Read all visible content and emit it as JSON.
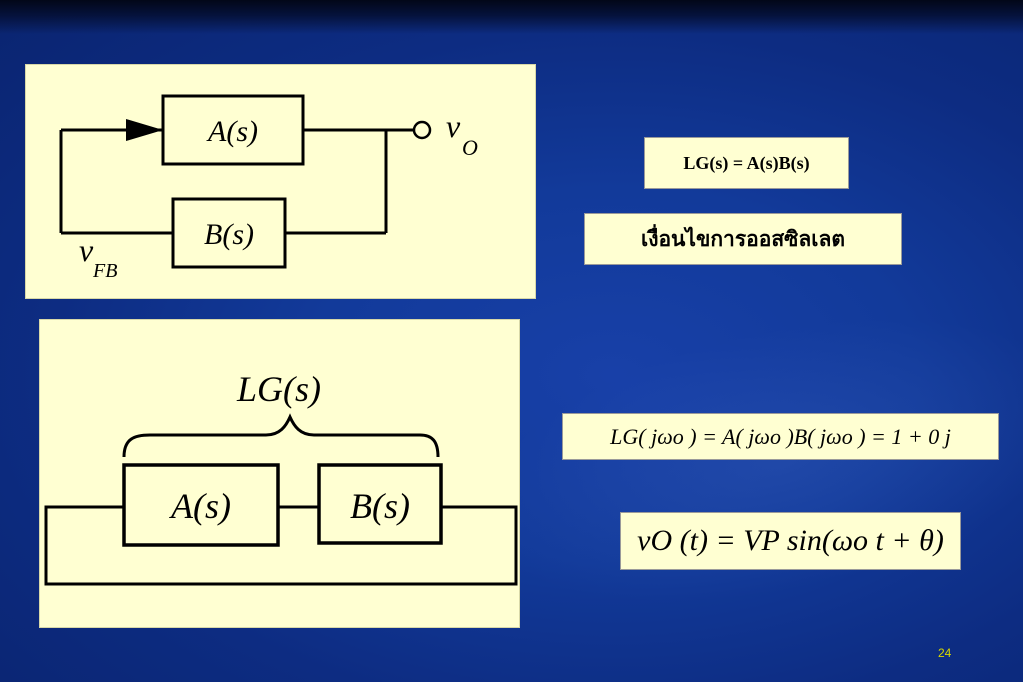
{
  "diagram_top": {
    "block_a": "A(s)",
    "block_b": "B(s)",
    "output_var": "v",
    "output_sub": "O",
    "feedback_var": "v",
    "feedback_sub": "FB"
  },
  "diagram_bottom": {
    "brace_label": "LG(s)",
    "block_a": "A(s)",
    "block_b": "B(s)"
  },
  "loop_gain_box": {
    "text": "LG(s) = A(s)B(s)"
  },
  "condition_box": {
    "text": "เงื่อนไขการออสซิลเลต"
  },
  "equation_lg": {
    "text": "LG( jωo ) = A( jωo )B( jωo ) = 1 + 0 j"
  },
  "equation_vo": {
    "text": "vO (t) = VP sin(ωo t + θ)"
  },
  "page_number": "24"
}
